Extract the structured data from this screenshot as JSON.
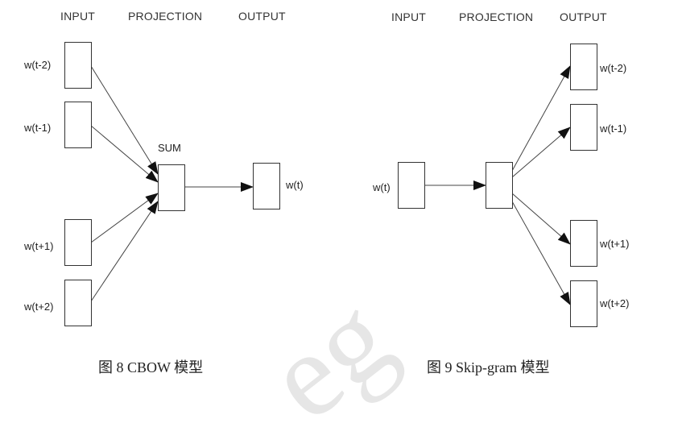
{
  "watermark": "eg",
  "cbow": {
    "headers": {
      "input": "INPUT",
      "projection": "PROJECTION",
      "output": "OUTPUT"
    },
    "inputs": [
      "w(t-2)",
      "w(t-1)",
      "w(t+1)",
      "w(t+2)"
    ],
    "sum_label": "SUM",
    "output": "w(t)",
    "caption": "图 8  CBOW 模型"
  },
  "skipgram": {
    "headers": {
      "input": "INPUT",
      "projection": "PROJECTION",
      "output": "OUTPUT"
    },
    "input": "w(t)",
    "outputs": [
      "w(t-2)",
      "w(t-1)",
      "w(t+1)",
      "w(t+2)"
    ],
    "caption": "图 9  Skip-gram 模型"
  }
}
